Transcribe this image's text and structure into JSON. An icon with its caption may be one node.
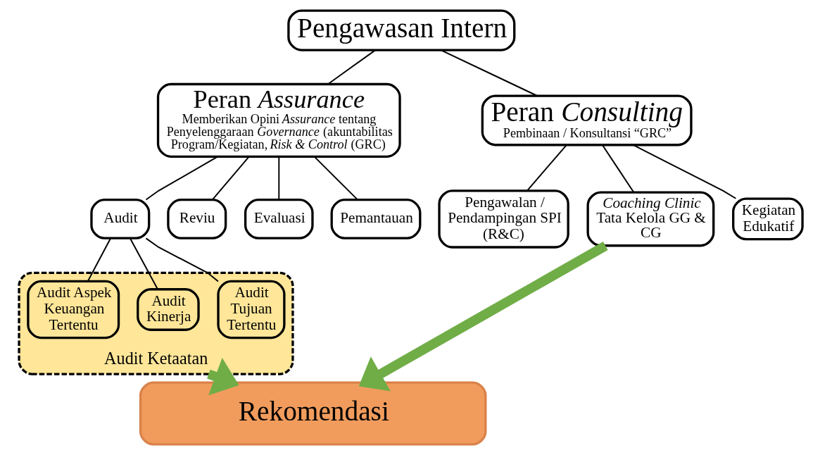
{
  "diagram": {
    "nodes": [
      {
        "text": [
          "Pengawasan Intern"
        ]
      },
      {
        "text": [
          "Peran *Assurance*",
          "Memberikan Opini *Assurance* tentang Penyelenggaraan *Governance* (akuntabilitas Program/Kegiatan, *Risk & Control* (GRC)"
        ]
      },
      {
        "text": [
          "Peran *Consulting*",
          "Pembinaan / Konsultansi “GRC”"
        ]
      },
      {
        "text": [
          "Audit"
        ]
      },
      {
        "text": [
          "Reviu"
        ]
      },
      {
        "text": [
          "Evaluasi"
        ]
      },
      {
        "text": [
          "Pemantauan"
        ]
      },
      {
        "text": [
          "Pengawalan / Pendampingan SPI (R&C)"
        ]
      },
      {
        "text": [
          "*Coaching Clinic* Tata Kelola GG & CG"
        ]
      },
      {
        "text": [
          "Kegiatan Edukatif"
        ]
      },
      {
        "text": [
          "Audit Ketaatan"
        ]
      },
      {
        "text": [
          "Audit Aspek Keuangan Tertentu"
        ],
        "in": 10
      },
      {
        "text": [
          "Audit Kinerja"
        ],
        "in": 10
      },
      {
        "text": [
          "Audit Tujuan Tertentu"
        ],
        "in": 10
      },
      {
        "text": [
          "Rekomendasi"
        ]
      }
    ],
    "edges": [
      {
        "from": 0,
        "to": 1,
        "arrow": "none"
      },
      {
        "from": 0,
        "to": 2,
        "arrow": "none"
      },
      {
        "from": 1,
        "to": 3,
        "arrow": "none"
      },
      {
        "from": 1,
        "to": 4,
        "arrow": "none"
      },
      {
        "from": 1,
        "to": 5,
        "arrow": "none"
      },
      {
        "from": 1,
        "to": 6,
        "arrow": "none"
      },
      {
        "from": 2,
        "to": 7,
        "arrow": "none"
      },
      {
        "from": 2,
        "to": 8,
        "arrow": "none"
      },
      {
        "from": 2,
        "to": 9,
        "arrow": "none"
      },
      {
        "from": 3,
        "to": 11,
        "arrow": "none"
      },
      {
        "from": 3,
        "to": 12,
        "arrow": "none"
      },
      {
        "from": 3,
        "to": 13,
        "arrow": "none"
      },
      {
        "from": 10,
        "to": 14,
        "arrow": "to",
        "style": "thick",
        "color": "#70ad47"
      },
      {
        "from": 8,
        "to": 14,
        "arrow": "to",
        "style": "thick",
        "color": "#70ad47"
      }
    ]
  }
}
